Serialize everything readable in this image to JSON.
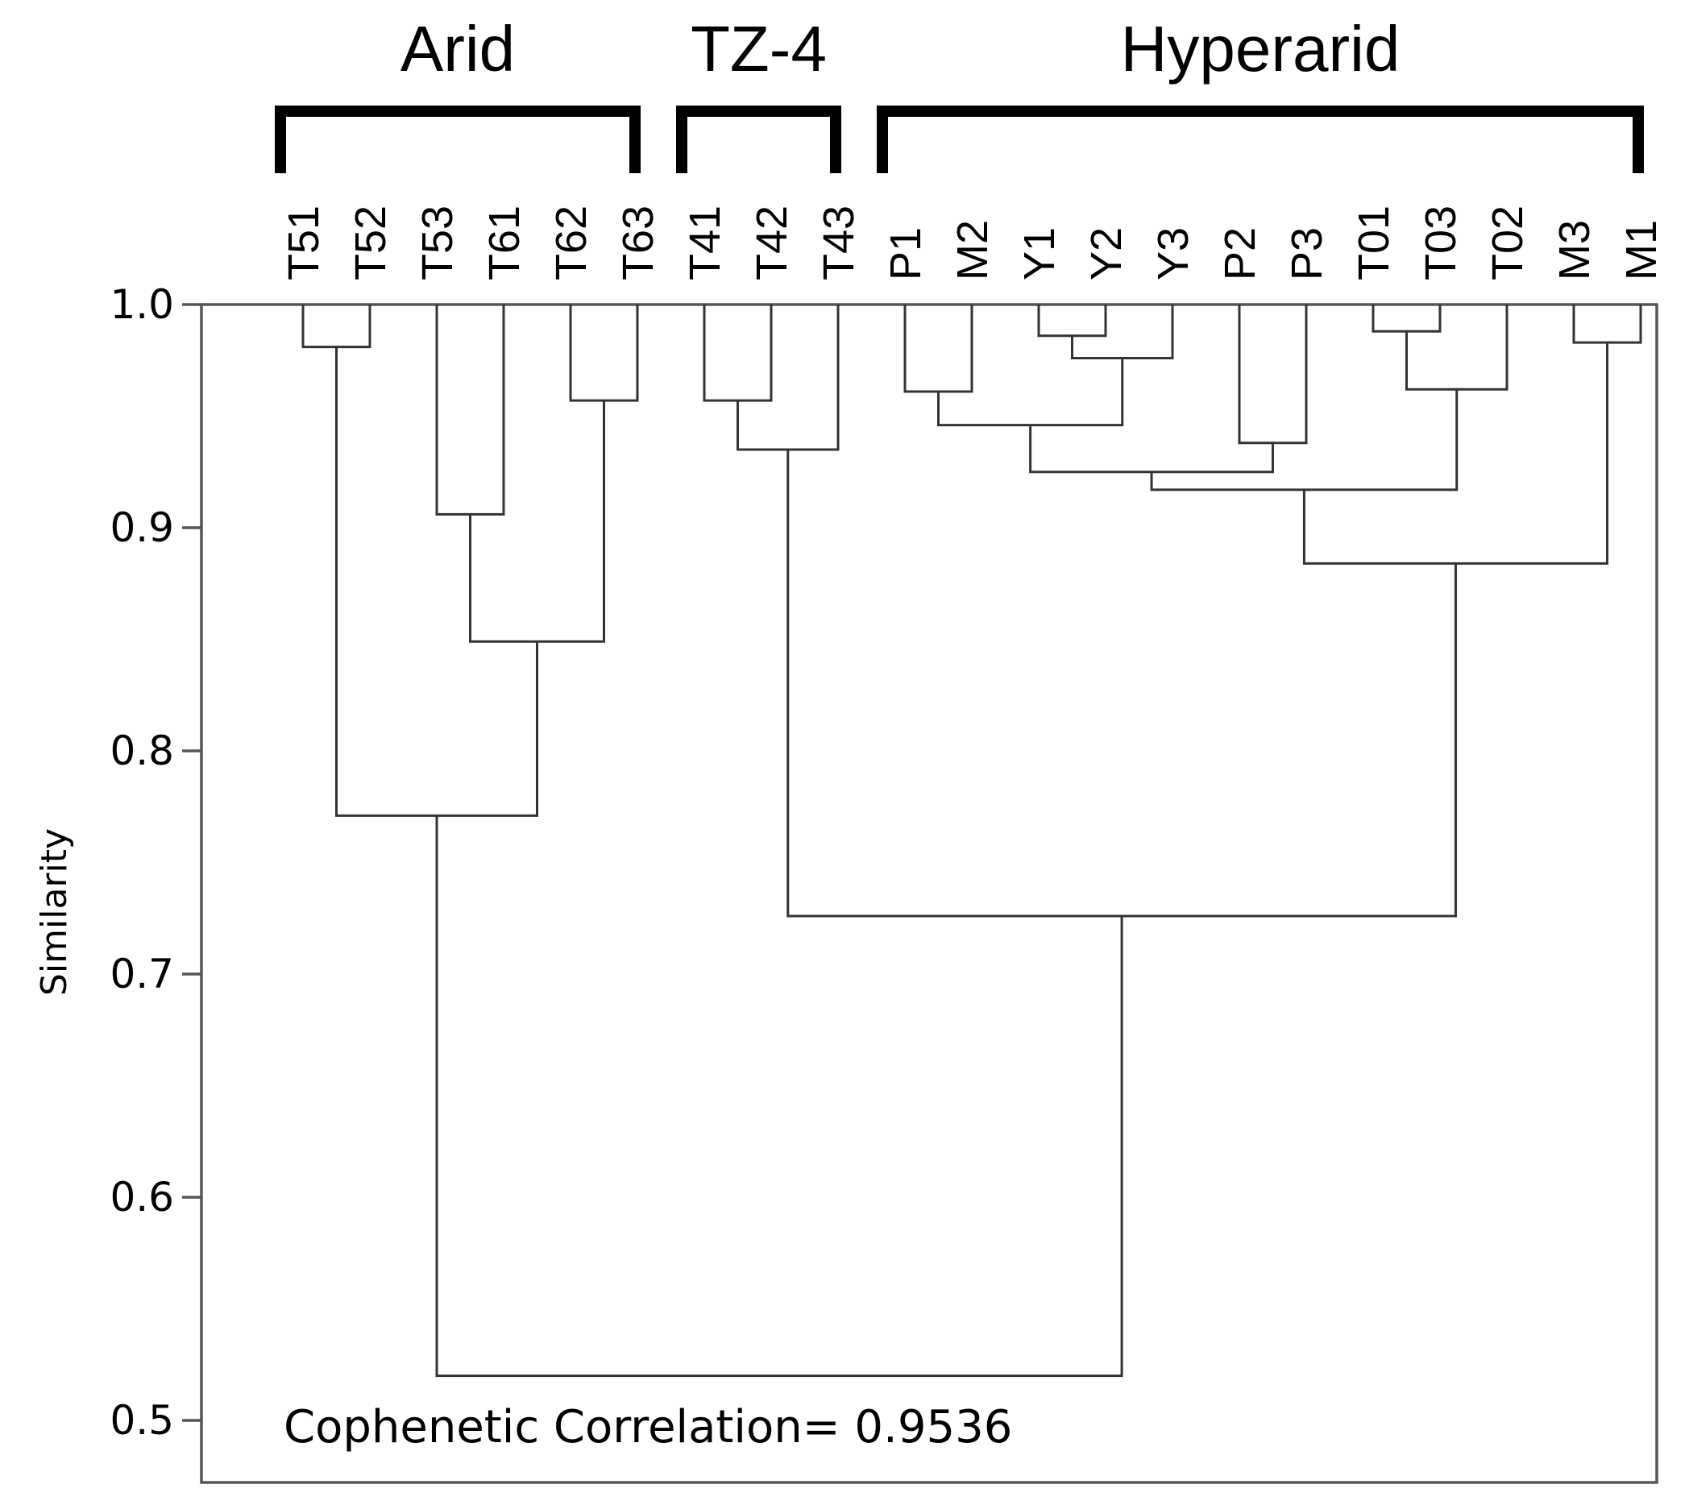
{
  "chart_data": {
    "type": "dendrogram",
    "ylabel": "Similarity",
    "ylim": [
      0.5,
      1.0
    ],
    "yticks": [
      "0.5",
      "0.6",
      "0.7",
      "0.8",
      "0.9",
      "1.0"
    ],
    "groups": [
      {
        "label": "Arid",
        "members": [
          "T51",
          "T52",
          "T53",
          "T61",
          "T62",
          "T63"
        ]
      },
      {
        "label": "TZ-4",
        "members": [
          "T41",
          "T42",
          "T43"
        ]
      },
      {
        "label": "Hyperarid",
        "members": [
          "P1",
          "M2",
          "Y1",
          "Y2",
          "Y3",
          "P2",
          "P3",
          "T01",
          "T03",
          "T02",
          "M3",
          "M1"
        ]
      }
    ],
    "leaves": [
      "T51",
      "T52",
      "T53",
      "T61",
      "T62",
      "T63",
      "T41",
      "T42",
      "T43",
      "P1",
      "M2",
      "Y1",
      "Y2",
      "Y3",
      "P2",
      "P3",
      "T01",
      "T03",
      "T02",
      "M3",
      "M1"
    ],
    "merges": [
      {
        "id": "n1",
        "a": "T51",
        "b": "T52",
        "similarity": 0.981
      },
      {
        "id": "n2",
        "a": "T53",
        "b": "T61",
        "similarity": 0.906
      },
      {
        "id": "n3",
        "a": "T62",
        "b": "T63",
        "similarity": 0.957
      },
      {
        "id": "n4",
        "a": "n2",
        "b": "n3",
        "similarity": 0.849
      },
      {
        "id": "n5",
        "a": "n1",
        "b": "n4",
        "similarity": 0.771
      },
      {
        "id": "n6",
        "a": "T41",
        "b": "T42",
        "similarity": 0.957
      },
      {
        "id": "n7",
        "a": "n6",
        "b": "T43",
        "similarity": 0.935
      },
      {
        "id": "n8",
        "a": "P1",
        "b": "M2",
        "similarity": 0.961
      },
      {
        "id": "n9",
        "a": "Y1",
        "b": "Y2",
        "similarity": 0.986
      },
      {
        "id": "n10",
        "a": "n9",
        "b": "Y3",
        "similarity": 0.976
      },
      {
        "id": "n11",
        "a": "n8",
        "b": "n10",
        "similarity": 0.946
      },
      {
        "id": "n12",
        "a": "P2",
        "b": "P3",
        "similarity": 0.938
      },
      {
        "id": "n13",
        "a": "n11",
        "b": "n12",
        "similarity": 0.925
      },
      {
        "id": "n14",
        "a": "T01",
        "b": "T03",
        "similarity": 0.988
      },
      {
        "id": "n15",
        "a": "n14",
        "b": "T02",
        "similarity": 0.962
      },
      {
        "id": "n16",
        "a": "n13",
        "b": "n15",
        "similarity": 0.917
      },
      {
        "id": "n17",
        "a": "M3",
        "b": "M1",
        "similarity": 0.983
      },
      {
        "id": "n18",
        "a": "n16",
        "b": "n17",
        "similarity": 0.884
      },
      {
        "id": "n19",
        "a": "n7",
        "b": "n18",
        "similarity": 0.726
      },
      {
        "id": "n20",
        "a": "n5",
        "b": "n19",
        "similarity": 0.52
      }
    ],
    "annotation": "Cophenetic Correlation= 0.9536"
  }
}
